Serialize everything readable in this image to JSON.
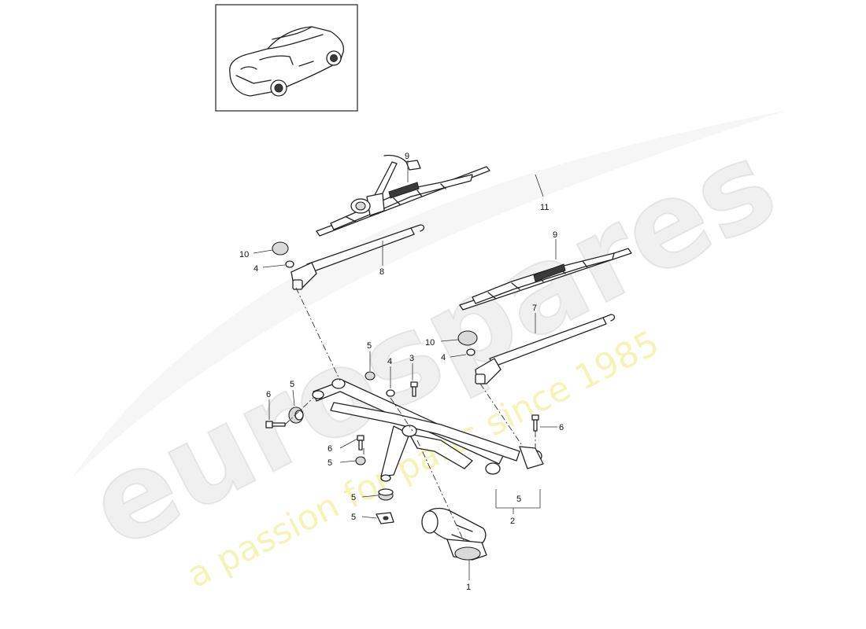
{
  "watermark": {
    "brand": "eurospares",
    "tagline": "a passion for parts since 1985"
  },
  "thumbnail": {
    "icon": "car-thumbnail-icon"
  },
  "callouts": [
    {
      "id": "c9a",
      "label": "9"
    },
    {
      "id": "c11",
      "label": "11"
    },
    {
      "id": "c10a",
      "label": "10"
    },
    {
      "id": "c4a",
      "label": "4"
    },
    {
      "id": "c8",
      "label": "8"
    },
    {
      "id": "c9b",
      "label": "9"
    },
    {
      "id": "c7",
      "label": "7"
    },
    {
      "id": "c10b",
      "label": "10"
    },
    {
      "id": "c4b",
      "label": "4"
    },
    {
      "id": "c5a",
      "label": "5"
    },
    {
      "id": "c4c",
      "label": "4"
    },
    {
      "id": "c3",
      "label": "3"
    },
    {
      "id": "c6a",
      "label": "6"
    },
    {
      "id": "c5b",
      "label": "5"
    },
    {
      "id": "c6b",
      "label": "6"
    },
    {
      "id": "c6c",
      "label": "6"
    },
    {
      "id": "c5c",
      "label": "5"
    },
    {
      "id": "c5d",
      "label": "5"
    },
    {
      "id": "c5e",
      "label": "5"
    },
    {
      "id": "c5f",
      "label": "5"
    },
    {
      "id": "c2",
      "label": "2"
    },
    {
      "id": "c1",
      "label": "1"
    }
  ]
}
